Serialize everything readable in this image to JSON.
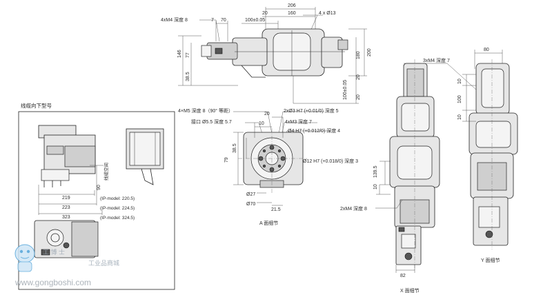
{
  "top_view": {
    "callout_tapped": "4xM4 深度 8",
    "dim_7": "7",
    "dim_70": "70",
    "dim_100": "100±0.05",
    "dim_20a": "20",
    "dim_160": "160",
    "dim_206": "206",
    "callout_holes": "4 x Ø13",
    "dim_146": "146",
    "dim_77": "77",
    "dim_385": "38.5",
    "dim_200": "200",
    "dim_180": "180",
    "dim_20b": "20",
    "dim_100b": "100±0.05",
    "dim_20c": "20"
  },
  "cable_view": {
    "title": "线缆向下型号",
    "dim_90": "90",
    "side_text": "线缆空间",
    "dim_219": "219",
    "dim_223": "223",
    "dim_323": "323",
    "model_1": "(IP-model: 220.5)",
    "model_2": "(IP-model: 224.5)",
    "model_3": "(IP-model: 324.5)"
  },
  "a_view": {
    "callout_m5": "4×M5 深度 8（90° 等距）",
    "callout_port": "接口 Ø5.5 深度 5.7",
    "callout_d3": "2xØ3 H7 (+0.01/0) 深度 5",
    "callout_m3": "4xM3 深度 7",
    "callout_d4": "Ø4 H7 (+0.012/0) 深度 4",
    "callout_d12": "Ø12 H7 (+0.018/0) 深度 3",
    "dim_10": "10",
    "dim_20": "20",
    "dim_385": "38.5",
    "dim_79": "79",
    "dim_27": "Ø27",
    "dim_70": "Ø70",
    "dim_215": "21.5",
    "caption": "A 面细节"
  },
  "x_view": {
    "callout": "3xM4 深度 7",
    "dim_10": "10",
    "dim_1395": "139.5",
    "dim_82": "82",
    "callout_m4": "2xM4 深度 8",
    "caption": "X 面细节"
  },
  "y_view": {
    "dim_80": "80",
    "dim_10a": "10",
    "dim_100": "100",
    "dim_10b": "10",
    "caption": "Y 面细节"
  },
  "watermark": {
    "brand": "工业品商城",
    "url": "www.gongboshi.com",
    "mascot_text": "工 博 士"
  },
  "colors": {
    "line": "#222222",
    "part_fill": "#e6e6e6",
    "watermark": "#9ea6ae",
    "mascot_blue": "#4fa3d9"
  }
}
